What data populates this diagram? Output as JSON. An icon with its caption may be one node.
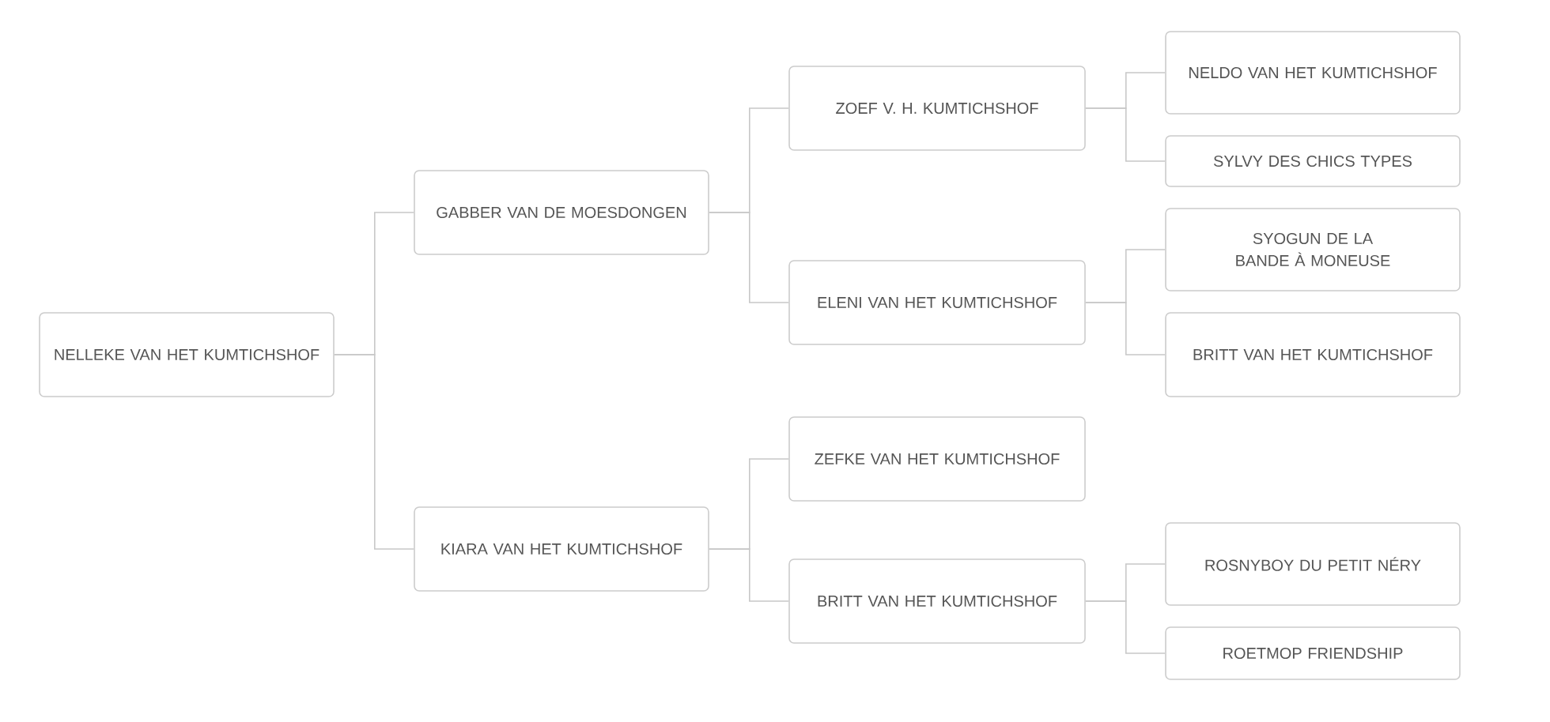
{
  "diagram": {
    "nodes": [
      {
        "text": [
          "NELLEKE VAN HET KUMTICHSHOF"
        ]
      },
      {
        "text": [
          "GABBER VAN DE MOESDONGEN"
        ]
      },
      {
        "text": [
          "ZOEF V. H. KUMTICHSHOF"
        ]
      },
      {
        "text": [
          "NELDO VAN HET KUMTICHSHOF"
        ]
      },
      {
        "text": [
          "SYLVY DES CHICS TYPES"
        ]
      },
      {
        "text": [
          "ELENI VAN HET KUMTICHSHOF"
        ]
      },
      {
        "text": [
          "SYOGUN DE LA BANDE À MONEUSE"
        ]
      },
      {
        "text": [
          "BRITT VAN HET KUMTICHSHOF"
        ]
      },
      {
        "text": [
          "KIARA VAN HET KUMTICHSHOF"
        ]
      },
      {
        "text": [
          "ZEFKE VAN HET KUMTICHSHOF"
        ]
      },
      {
        "text": [
          "BRITT VAN HET KUMTICHSHOF"
        ]
      },
      {
        "text": [
          "ROSNYBOY DU PETIT NÉRY"
        ]
      },
      {
        "text": [
          "ROETMOP FRIENDSHIP"
        ]
      }
    ],
    "edges": [
      {
        "from": 0,
        "to": 1,
        "arrow": "none"
      },
      {
        "from": 0,
        "to": 8,
        "arrow": "none"
      },
      {
        "from": 1,
        "to": 2,
        "arrow": "none"
      },
      {
        "from": 1,
        "to": 5,
        "arrow": "none"
      },
      {
        "from": 2,
        "to": 3,
        "arrow": "none"
      },
      {
        "from": 2,
        "to": 4,
        "arrow": "none"
      },
      {
        "from": 5,
        "to": 6,
        "arrow": "none"
      },
      {
        "from": 5,
        "to": 7,
        "arrow": "none"
      },
      {
        "from": 8,
        "to": 9,
        "arrow": "none"
      },
      {
        "from": 8,
        "to": 10,
        "arrow": "none"
      },
      {
        "from": 10,
        "to": 11,
        "arrow": "none"
      },
      {
        "from": 10,
        "to": 12,
        "arrow": "none"
      }
    ]
  }
}
